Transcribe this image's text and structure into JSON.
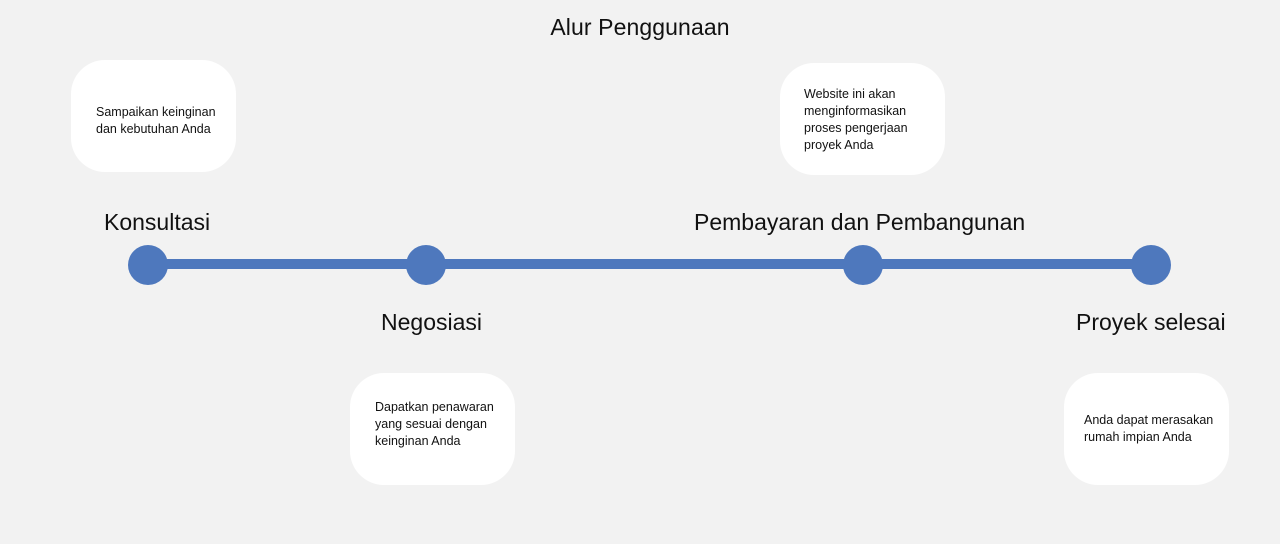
{
  "title": "Alur Penggunaan",
  "steps": [
    {
      "label": "Konsultasi",
      "description": "Sampaikan keinginan\ndan kebutuhan Anda"
    },
    {
      "label": "Negosiasi",
      "description": "Dapatkan penawaran\nyang sesuai dengan\nkeinginan Anda"
    },
    {
      "label": "Pembayaran dan Pembangunan",
      "description": "Website ini akan\nmenginformasikan\nproses pengerjaan\nproyek Anda"
    },
    {
      "label": "Proyek selesai",
      "description": "Anda dapat merasakan\nrumah impian Anda"
    }
  ],
  "colors": {
    "background": "#f2f2f2",
    "accent": "#4e78bd",
    "card": "#ffffff"
  }
}
